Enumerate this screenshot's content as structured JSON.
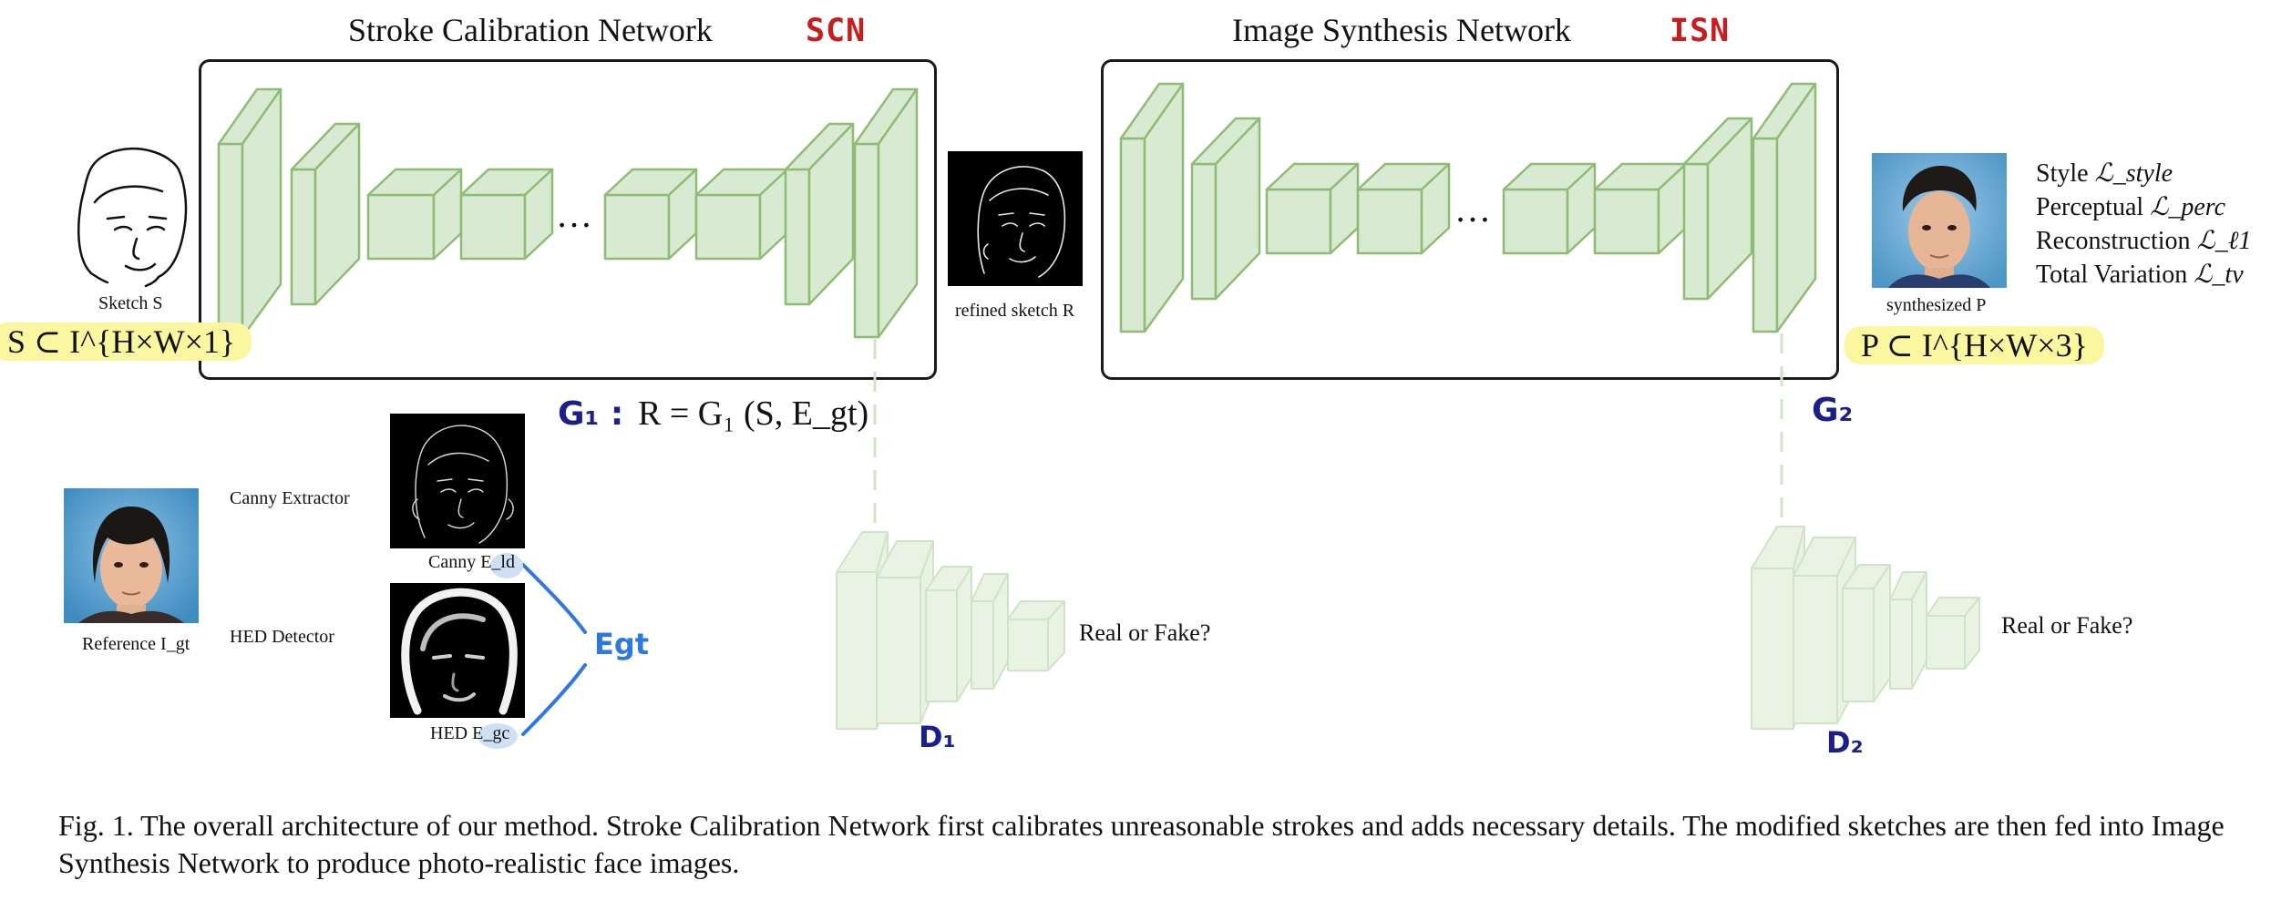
{
  "scn": {
    "title": "Stroke Calibration Network",
    "tag": "SCN",
    "ellipsis": "…",
    "generator_tag": "G₁ :",
    "equation": "R = G₁ (S, E_gt)"
  },
  "isn": {
    "title": "Image Synthesis Network",
    "tag": "ISN",
    "ellipsis": "…",
    "generator_tag": "G₂"
  },
  "input": {
    "label": "Sketch S",
    "formula": "S ⊂ I^{H×W×1}"
  },
  "refined": {
    "label": "refined sketch R"
  },
  "output": {
    "label": "synthesized P",
    "formula": "P ⊂ I^{H×W×3}"
  },
  "losses": [
    {
      "name": "Style",
      "symbol": "ℒ_style"
    },
    {
      "name": "Perceptual",
      "symbol": "ℒ_perc"
    },
    {
      "name": "Reconstruction",
      "symbol": "ℒ_ℓ1"
    },
    {
      "name": "Total Variation",
      "symbol": "ℒ_tv"
    }
  ],
  "reference": {
    "label": "Reference I_gt"
  },
  "canny": {
    "extractor_label": "Canny Extractor",
    "caption": "Canny E_ld"
  },
  "hed": {
    "detector_label": "HED Detector",
    "caption": "HED E_gc"
  },
  "egt_tag": "Egt",
  "d1": {
    "output": "Real or Fake?",
    "tag": "D₁"
  },
  "d2": {
    "output": "Real or Fake?",
    "tag": "D₂"
  },
  "caption": "Fig. 1.   The overall architecture of our method. Stroke Calibration Network first calibrates unreasonable strokes and adds necessary details. The modified sketches are then fed into Image Synthesis Network to produce photo-realistic face images.",
  "colors": {
    "block_fill": "#d9ead3",
    "block_stroke": "#8fbc75",
    "tag_red": "#c41e1e",
    "hand_blue": "#1a1f8a",
    "egt_blue": "#2f78e0",
    "highlight": "#fbf6a0"
  }
}
